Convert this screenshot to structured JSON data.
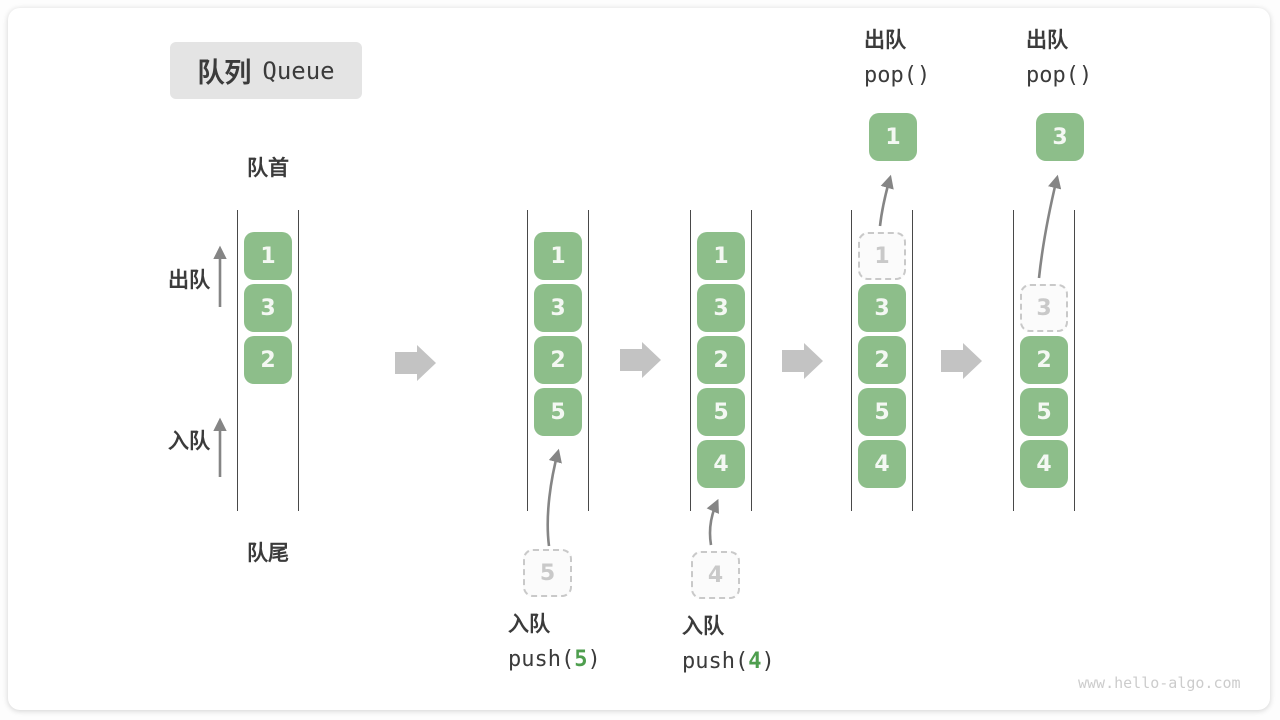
{
  "title": {
    "zh": "队列",
    "en": "Queue"
  },
  "labels": {
    "front": "队首",
    "rear": "队尾",
    "dequeue": "出队",
    "enqueue": "入队"
  },
  "watermark": "www.hello-algo.com",
  "colors": {
    "box_green": "#8dbe8a",
    "code_green": "#4e9e4e",
    "ghost_gray": "#c9c9c9",
    "flow_gray": "#c3c3c3",
    "thin_arrow": "#858585",
    "text_dark": "#3b3b3b",
    "title_bg": "#e4e4e4",
    "watermark_gray": "#cccccc"
  },
  "states": [
    {
      "boxes": [
        {
          "value": "1"
        },
        {
          "value": "3"
        },
        {
          "value": "2"
        }
      ]
    },
    {
      "boxes": [
        {
          "value": "1"
        },
        {
          "value": "3"
        },
        {
          "value": "2"
        },
        {
          "value": "5"
        }
      ],
      "staged": "5",
      "op": {
        "action": "入队",
        "fn": "push(",
        "arg": "5",
        "close": ")"
      }
    },
    {
      "boxes": [
        {
          "value": "1"
        },
        {
          "value": "3"
        },
        {
          "value": "2"
        },
        {
          "value": "5"
        },
        {
          "value": "4"
        }
      ],
      "staged": "4",
      "op": {
        "action": "入队",
        "fn": "push(",
        "arg": "4",
        "close": ")"
      }
    },
    {
      "ghost": "1",
      "boxes": [
        {
          "value": "3"
        },
        {
          "value": "2"
        },
        {
          "value": "5"
        },
        {
          "value": "4"
        }
      ],
      "popped": "1",
      "op": {
        "action": "出队",
        "fn": "pop()"
      }
    },
    {
      "ghost": "3",
      "boxes": [
        {
          "value": "2"
        },
        {
          "value": "5"
        },
        {
          "value": "4"
        }
      ],
      "popped": "3",
      "op": {
        "action": "出队",
        "fn": "pop()"
      }
    }
  ]
}
